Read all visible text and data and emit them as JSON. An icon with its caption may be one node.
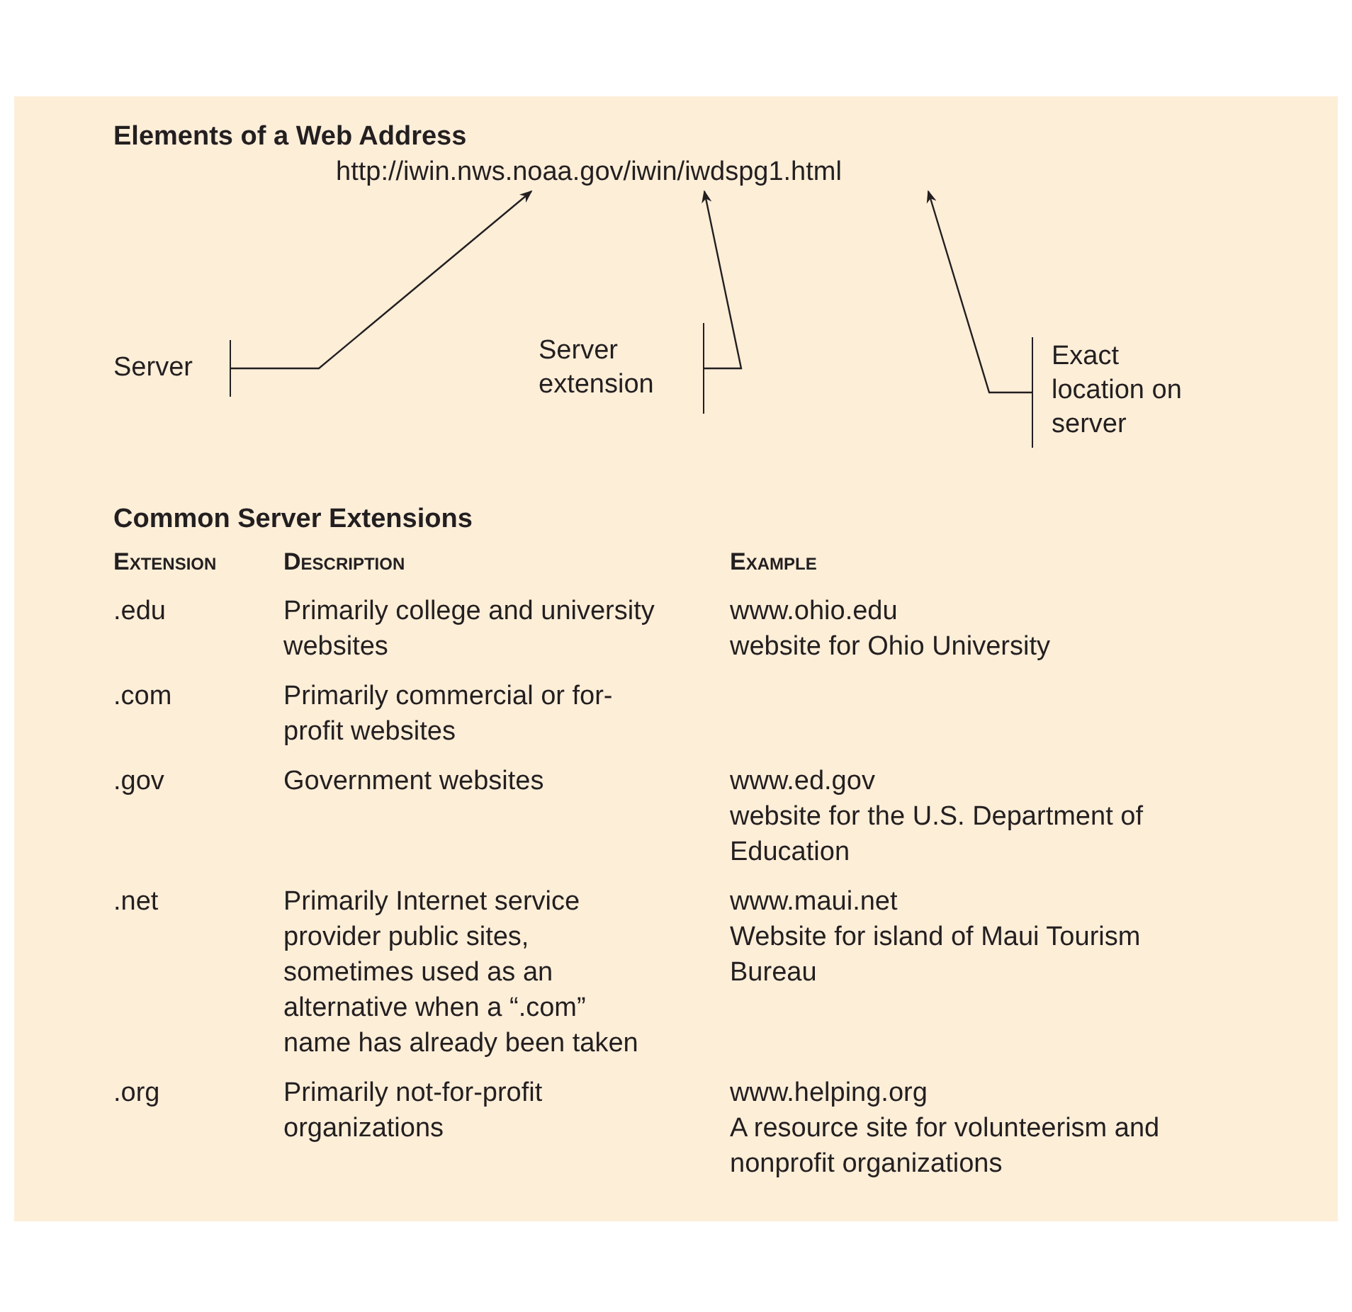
{
  "diagram": {
    "nodes": [
      {
        "text": [
          "http://iwin.nws.noaa.gov/iwin/iwdspg1.html"
        ]
      },
      {
        "text": [
          "Server"
        ]
      },
      {
        "text": [
          "Server extension"
        ]
      },
      {
        "text": [
          "Exact location on server"
        ]
      }
    ],
    "edges": [
      {
        "from": 1,
        "to": 0,
        "arrow": "to"
      },
      {
        "from": 2,
        "to": 0,
        "arrow": "to"
      },
      {
        "from": 3,
        "to": 0,
        "arrow": "to"
      }
    ],
    "labels": [
      "Elements of a Web Address",
      "Common Server Extensions",
      "Extension",
      "Description",
      "Example",
      ".edu",
      "Primarily college and university websites",
      "www.ohio.edu",
      "website for Ohio University",
      ".com",
      "Primarily commercial or for-profit websites",
      ".gov",
      "Government websites",
      "www.ed.gov",
      "website for the U.S. Department of Education",
      ".net",
      "Primarily Internet service provider public sites, sometimes used as an alternative when a “.com” name has already been taken",
      "www.maui.net",
      "Website for island of Maui Tourism Bureau",
      ".org",
      "Primarily not-for-profit organizations",
      "www.helping.org",
      "A resource site for volunteerism and nonprofit organizations"
    ]
  }
}
